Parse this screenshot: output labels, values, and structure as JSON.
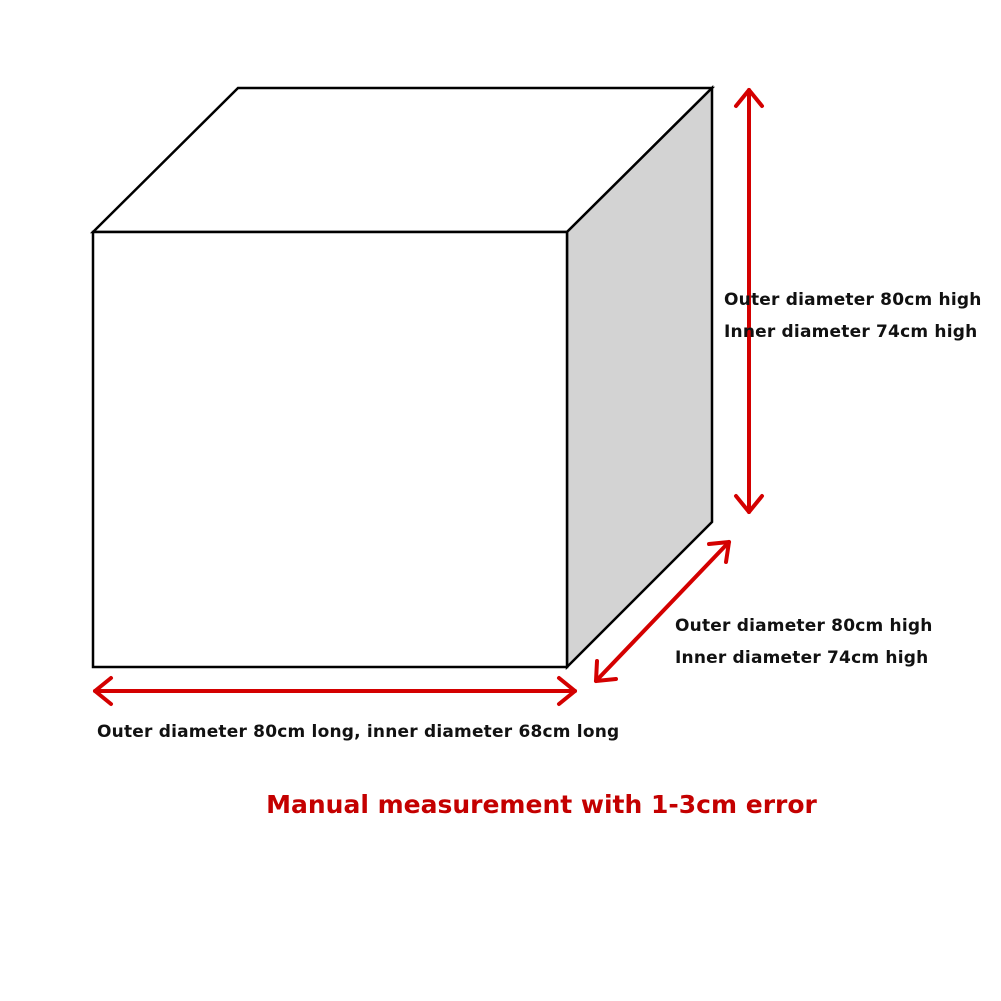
{
  "dimensions": {
    "height": {
      "outer": "Outer diameter 80cm high",
      "inner": "Inner diameter 74cm high"
    },
    "depth": {
      "outer": "Outer diameter 80cm high",
      "inner": "Inner diameter 74cm high"
    },
    "width": {
      "text": "Outer diameter 80cm long, inner diameter 68cm long"
    }
  },
  "note": "Manual measurement with 1-3cm error",
  "colors": {
    "arrow": "#d40000",
    "note": "#c40000",
    "label": "#111111",
    "outline": "#000000",
    "side_face": "#d3d3d3",
    "front_face": "#ffffff"
  }
}
